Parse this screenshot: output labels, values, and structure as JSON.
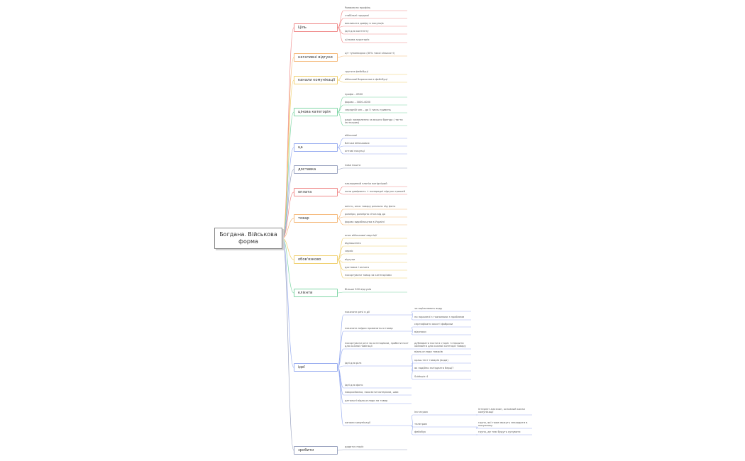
{
  "central": "Богдана. Військова форма",
  "colors": {
    "red": "#f08a8a",
    "orange": "#f5b97a",
    "yellow": "#f0d070",
    "green": "#7fd6a6",
    "blue": "#9aaef0",
    "gray": "#9aa3c0"
  },
  "branches": [
    {
      "label": "Ціль",
      "color": "#f08a8a",
      "items": [
        "Розвинути профіль",
        "стабільні продажі",
        "викликати довіру в покупців",
        "ідеї для контенту",
        "цільова аудиторія"
      ]
    },
    {
      "label": "негативні відгуки",
      "color": "#f5b97a",
      "items": [
        "ціт туманкорка (30% такої кількості)"
      ]
    },
    {
      "label": "канали комунікації",
      "color": "#f0d070",
      "items": [
        "групи в фейсбуці",
        "військові барахолки в фейсбуці"
      ]
    },
    {
      "label": "цінова категорія",
      "color": "#7fd6a6",
      "items": [
        "профа – 6500",
        "форма – 3000-4000",
        "середній чек – до 5 тисяч гривень",
        "радіс замовлення за всього бренда ( тягти інстаграм)"
      ]
    },
    {
      "label": "ца",
      "color": "#9aaef0",
      "items": [
        "військові",
        "батьки військових",
        "оптові покупці"
      ]
    },
    {
      "label": "доставка",
      "color": "#9aa3c0",
      "items": [
        "нова пошта"
      ]
    },
    {
      "label": "оплата",
      "color": "#f08a8a",
      "items": [
        "накладений платіж вигідніший",
        "коли довіряють + попередні відгуки грошей"
      ]
    },
    {
      "label": "товар",
      "color": "#f5b97a",
      "items": [
        "якість, опис товару реально під фото",
        "розміри, розмірна сітка від до",
        "форма виробництва в Україні"
      ]
    },
    {
      "label": "обов'язково",
      "color": "#f0d070",
      "items": [
        "опис військової амуніції",
        "відношення",
        "сервіс",
        "відгуки",
        "доставка і оплата",
        "посортувати товар за категоріями"
      ]
    },
    {
      "label": "клієнти",
      "color": "#7fd6a6",
      "items": [
        "більше 500 відгуків"
      ]
    },
    {
      "label": "ідеї",
      "color": "#9aaef0",
      "items": [
        {
          "text": "показати речі в дії",
          "sub": [
            "чи вщільнюють воду",
            "по паралелі з тканинами з проблеми"
          ]
        },
        {
          "text": "показати звідки привезиться товар",
          "sub": [
            "сертифікати якості фабрики",
            "відзнаки"
          ]
        },
        {
          "text": "посортувати речі за категоріями, зробити пост для кожної навігації",
          "sub": [
            "дублювати пости в сторіс і створити хайлайти для кожної категорії товару"
          ]
        },
        {
          "text": "ідеї для рілз",
          "sub": [
            "відео-огляди товарів",
            "краш-тест товарів (вода)",
            "як надійно заз'єднати берці?",
            "Subtopic 4"
          ]
        },
        {
          "text": "ідеї для фото",
          "sub": []
        },
        {
          "text": "макросйомка, показати матеріали, шви",
          "sub": []
        },
        {
          "text": "детальні відео-огляди на товар",
          "sub": []
        },
        {
          "text": "канали комунікації",
          "sub": [
            {
              "text": "інстаграм",
              "sub": [
                "інтернет-магазин, основний канал комунікації"
              ]
            },
            {
              "text": "телеграм",
              "sub": [
                "група, які тоже можуть знаходити в покупнику"
              ]
            },
            {
              "text": "фейсбук",
              "sub": [
                "група, де теж будуть купувати"
              ]
            }
          ]
        }
      ]
    },
    {
      "label": "зробити",
      "color": "#9aa3c0",
      "items": [
        "додати сторіс"
      ]
    }
  ]
}
